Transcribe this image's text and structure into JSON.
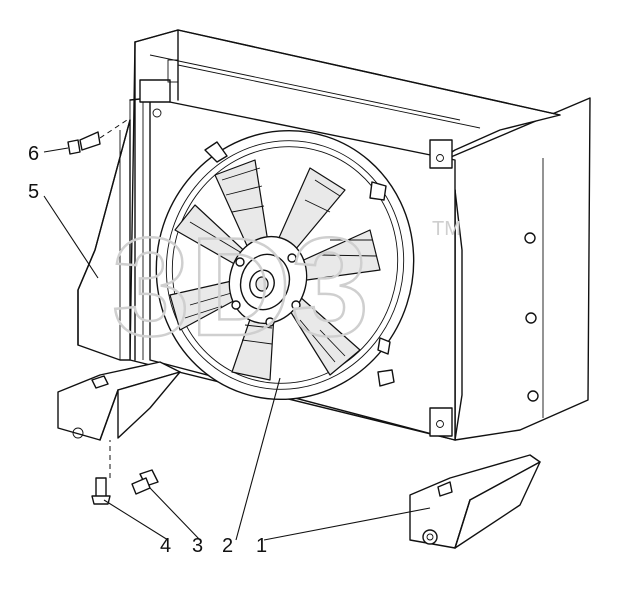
{
  "diagram": {
    "callouts": [
      {
        "id": "c1",
        "label": "1"
      },
      {
        "id": "c2",
        "label": "2"
      },
      {
        "id": "c3",
        "label": "3"
      },
      {
        "id": "c4",
        "label": "4"
      },
      {
        "id": "c5",
        "label": "5"
      },
      {
        "id": "c6",
        "label": "6"
      }
    ],
    "watermark": {
      "text": "3D3",
      "trademark": "TM"
    }
  }
}
